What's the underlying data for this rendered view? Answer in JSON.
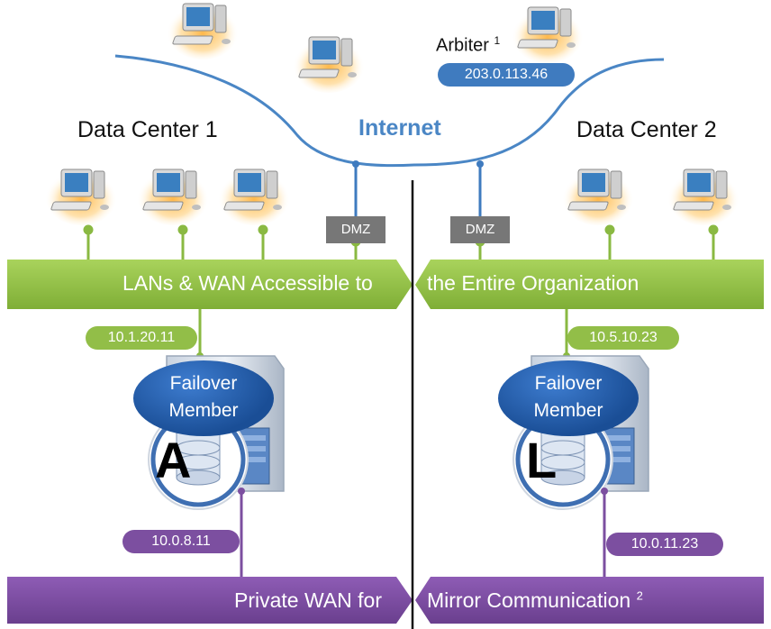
{
  "internet_label": "Internet",
  "arbiter": {
    "label": "Arbiter",
    "footnote": "1",
    "ip": "203.0.113.46"
  },
  "data_center_1": {
    "title": "Data Center 1",
    "dmz": "DMZ",
    "lan_ip": "10.1.20.11",
    "failover_line1": "Failover",
    "failover_line2": "Member",
    "server_letter": "A",
    "private_ip": "10.0.8.11"
  },
  "data_center_2": {
    "title": "Data Center 2",
    "dmz": "DMZ",
    "lan_ip": "10.5.10.23",
    "failover_line1": "Failover",
    "failover_line2": "Member",
    "server_letter": "L",
    "private_ip": "10.0.11.23"
  },
  "lan_bar": {
    "left_text": "LANs & WAN Accessible to",
    "right_text": "the Entire Organization"
  },
  "private_bar": {
    "left_text": "Private WAN for",
    "right_text": "Mirror Communication",
    "footnote": "2"
  },
  "colors": {
    "internet_blue": "#4a86c5",
    "lan_green": "#92be48",
    "private_purple": "#7c4fa0",
    "dmz_gray": "#777777"
  }
}
